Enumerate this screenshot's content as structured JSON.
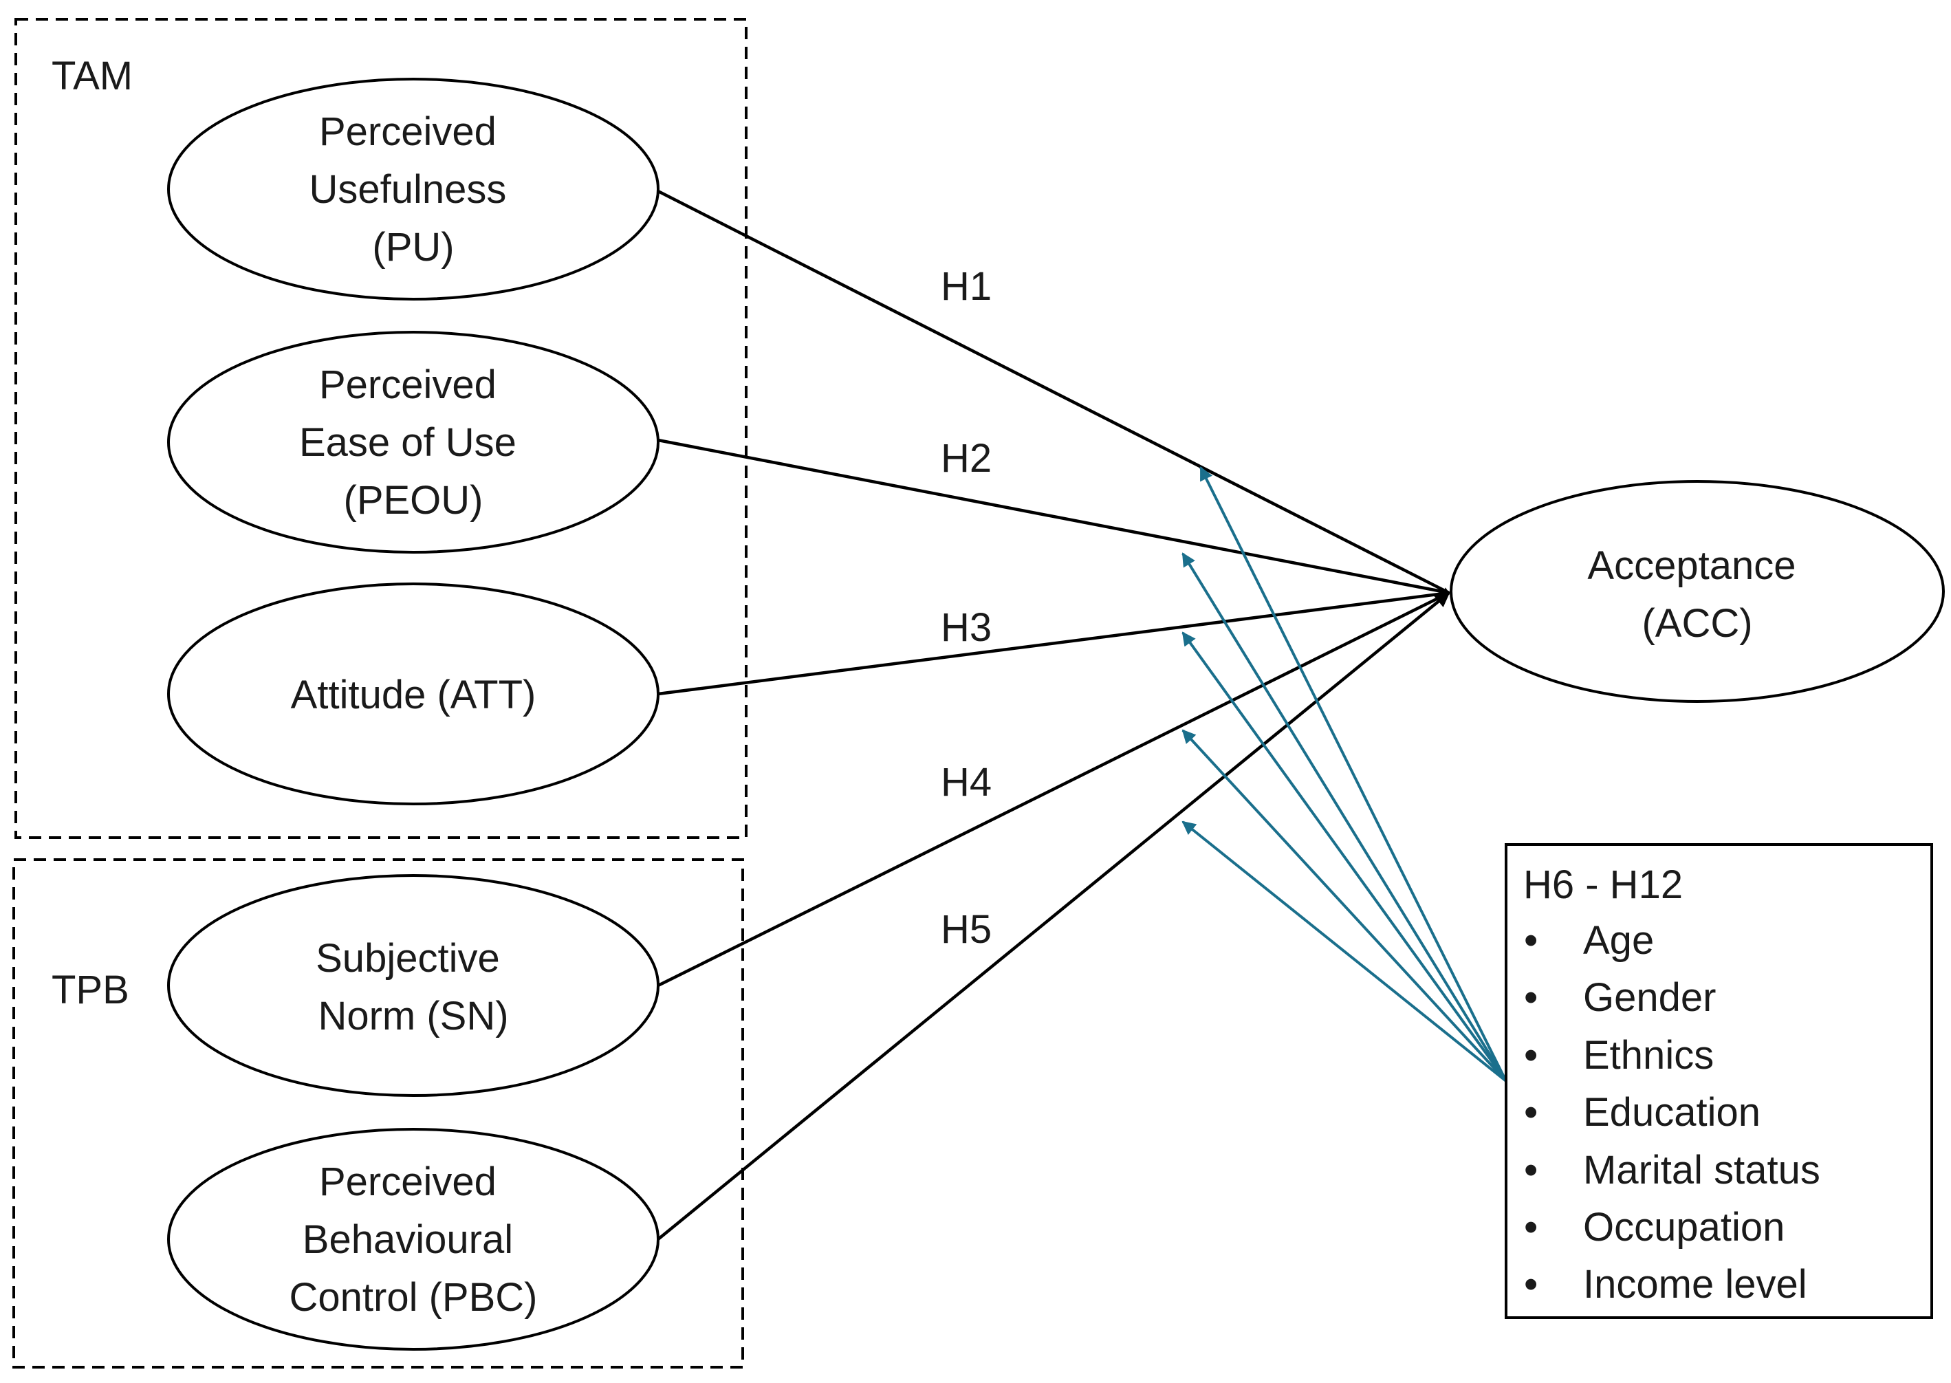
{
  "groups": {
    "tam": "TAM",
    "tpb": "TPB"
  },
  "constructs": {
    "pu": [
      "Perceived",
      "Usefulness",
      "(PU)"
    ],
    "peou": [
      "Perceived",
      "Ease of Use",
      "(PEOU)"
    ],
    "att": [
      "Attitude (ATT)"
    ],
    "sn": [
      "Subjective",
      "Norm (SN)"
    ],
    "pbc": [
      "Perceived",
      "Behavioural",
      "Control (PBC)"
    ],
    "acc": [
      "Acceptance",
      "(ACC)"
    ]
  },
  "hypotheses": {
    "h1": "H1",
    "h2": "H2",
    "h3": "H3",
    "h4": "H4",
    "h5": "H5"
  },
  "moderators": {
    "title": "H6 - H12",
    "bullet": "•",
    "items": [
      "Age",
      "Gender",
      "Ethnics",
      "Education",
      "Marital status",
      "Occupation",
      "Income level"
    ]
  },
  "colors": {
    "main_arrows": "#000000",
    "moderator_arrows": "#1a6f8c",
    "outline": "#000000"
  }
}
